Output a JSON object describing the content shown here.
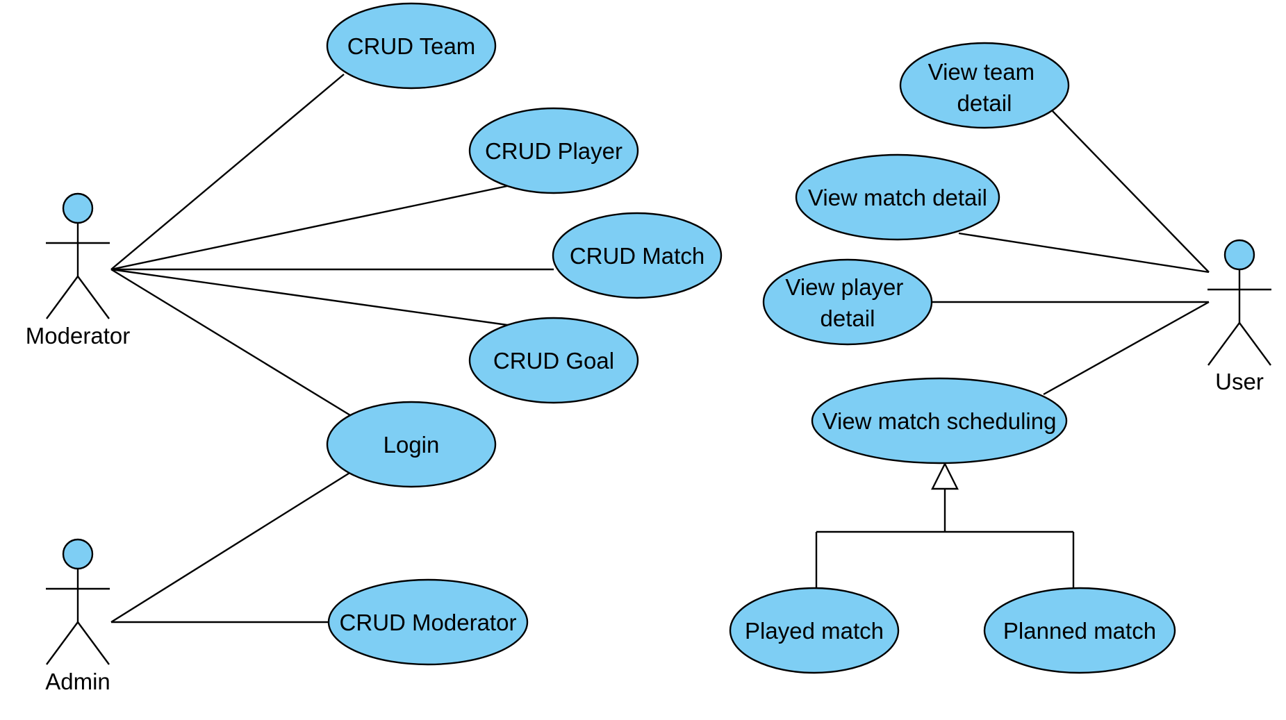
{
  "actors": {
    "moderator": "Moderator",
    "admin": "Admin",
    "user": "User"
  },
  "use_cases": {
    "crud_team": [
      "CRUD Team"
    ],
    "crud_player": [
      "CRUD Player"
    ],
    "crud_match": [
      "CRUD Match"
    ],
    "crud_goal": [
      "CRUD Goal"
    ],
    "login": [
      "Login"
    ],
    "crud_moderator": [
      "CRUD Moderator"
    ],
    "view_team_detail": [
      "View team",
      "detail"
    ],
    "view_match_detail": [
      "View match detail"
    ],
    "view_player_detail": [
      "View player",
      "detail"
    ],
    "view_match_scheduling": [
      "View match scheduling"
    ],
    "played_match": [
      "Played match"
    ],
    "planned_match": [
      "Planned match"
    ]
  },
  "colors": {
    "use_case_fill": "#7ecef4",
    "actor_head_fill": "#7ecef4",
    "stroke": "#000000"
  }
}
